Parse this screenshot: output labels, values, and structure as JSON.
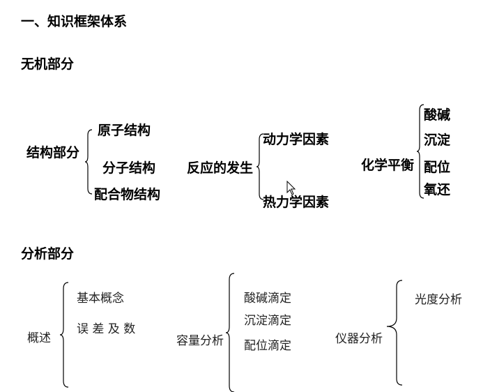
{
  "doc": {
    "heading_framework": "一、知识框架体系",
    "heading_inorganic": "无机部分",
    "heading_analysis": "分析部分"
  },
  "inorganic": {
    "structure": {
      "label": "结构部分",
      "items": [
        "原子结构",
        "分子结构",
        "配合物结构"
      ]
    },
    "reaction": {
      "label": "反应的发生",
      "items": [
        "动力学因素",
        "热力学因素"
      ]
    },
    "equilibrium": {
      "label": "化学平衡",
      "items": [
        "酸碱",
        "沉淀",
        "配位",
        "氧还"
      ]
    }
  },
  "analysis": {
    "overview": {
      "label": "概述",
      "items": [
        "基本概念",
        "误 差 及 数"
      ]
    },
    "volumetric": {
      "label": "容量分析",
      "items": [
        "酸碱滴定",
        "沉淀滴定",
        "配位滴定"
      ]
    },
    "instrumental": {
      "label": "仪器分析",
      "items": [
        "光度分析"
      ]
    }
  },
  "icons": {
    "cursor": "mouse-pointer-icon"
  }
}
